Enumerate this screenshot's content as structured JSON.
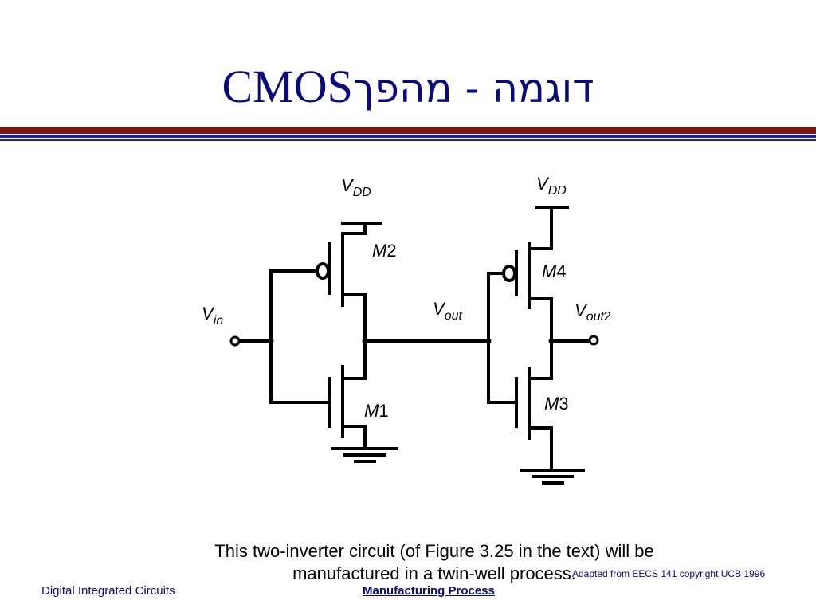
{
  "slide": {
    "title_latin": "CMOS",
    "title_hebrew": "דוגמה - מהפך",
    "caption_line1": "This two-inverter circuit (of Figure 3.25 in the text) will be",
    "caption_line2": "manufactured in a twin-well process.",
    "footer_left": "Digital Integrated Circuits",
    "footer_center": "Manufacturing Process",
    "footer_right": "Adapted from EECS 141 copyright UCB 1996"
  },
  "diagram": {
    "labels": {
      "vdd_left": {
        "main": "V",
        "sub": "DD"
      },
      "vdd_right": {
        "main": "V",
        "sub": "DD"
      },
      "vin": {
        "main": "V",
        "sub": "in"
      },
      "vout": {
        "main": "V",
        "sub": "out"
      },
      "vout2": {
        "main": "V",
        "sub": "out",
        "suffix": "2"
      },
      "m1": {
        "main": "M",
        "num": "1"
      },
      "m2": {
        "main": "M",
        "num": "2"
      },
      "m3": {
        "main": "M",
        "num": "3"
      },
      "m4": {
        "main": "M",
        "num": "4"
      }
    }
  },
  "colors": {
    "title": "#0a0a7a",
    "rule_red": "#7a1717",
    "rule_blue": "#1f1fb0",
    "wire": "#000000"
  }
}
